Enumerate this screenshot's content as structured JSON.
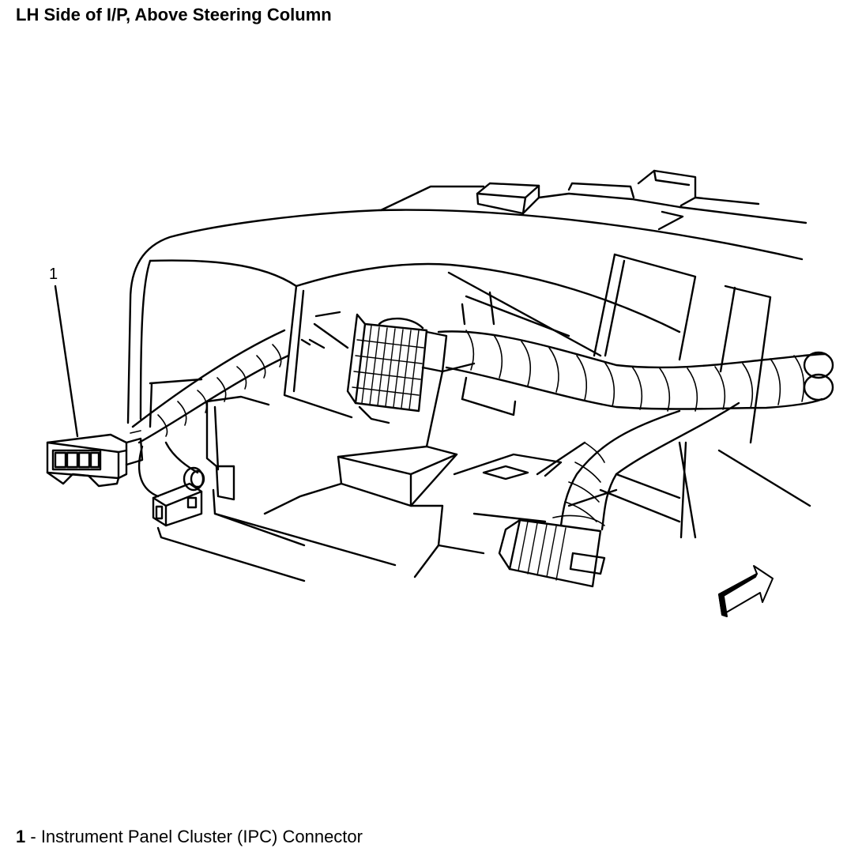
{
  "title": "LH Side of I/P, Above Steering Column",
  "callouts": [
    {
      "number": "1"
    }
  ],
  "legend": [
    {
      "number": "1",
      "separator": " - ",
      "label": "Instrument Panel Cluster (IPC) Connector"
    }
  ],
  "colors": {
    "line": "#000000",
    "background": "#ffffff"
  },
  "icons": [
    "forward-direction-arrow-icon"
  ]
}
